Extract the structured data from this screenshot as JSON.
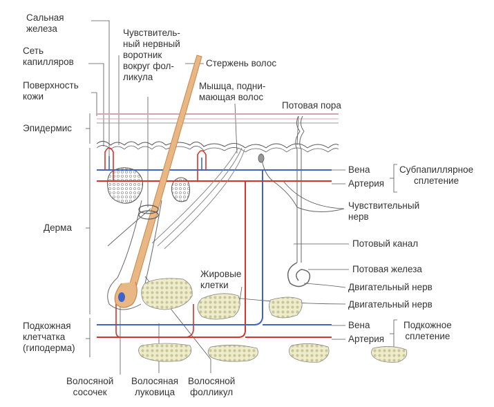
{
  "labels": {
    "sebaceous_gland": [
      "Сальная",
      "железа"
    ],
    "capillary_network": [
      "Сеть",
      "капилляров"
    ],
    "skin_surface": [
      "Поверхность",
      "кожи"
    ],
    "epidermis": "Эпидермис",
    "dermis": "Дерма",
    "hypodermis": [
      "Подкожная",
      "клетчатка",
      "(гиподерма)"
    ],
    "sensory_collar": [
      "Чувствитель-",
      "ный нервный",
      "воротник",
      "вокруг фол-",
      "ликула"
    ],
    "hair_shaft": "Стержень волос",
    "arrector_muscle": [
      "Мышца, подни-",
      "мающая волос"
    ],
    "sweat_pore": "Потовая пора",
    "vein_upper": "Вена",
    "artery_upper": "Артерия",
    "subpapillary_plexus": [
      "Субпапиллярное",
      "сплетение"
    ],
    "sensory_nerve": [
      "Чувствительный",
      "нерв"
    ],
    "sweat_duct": "Потовый канал",
    "sweat_gland": "Потовая железа",
    "motor_nerve_1": "Двигательный нерв",
    "motor_nerve_2": "Двигательный нерв",
    "vein_lower": "Вена",
    "artery_lower": "Артерия",
    "subcutaneous_plexus": [
      "Подкожное",
      "сплетение"
    ],
    "fat_cells": [
      "Жировые",
      "клетки"
    ],
    "hair_papilla": [
      "Волосяной",
      "сосочек"
    ],
    "hair_bulb": [
      "Волосяная",
      "луковица"
    ],
    "hair_follicle": [
      "Волосяной",
      "фолликул"
    ]
  },
  "colors": {
    "vein": "#3f63c9",
    "artery": "#d8322a",
    "hair": "#c8854a",
    "hair_light": "#e9b784",
    "fat_fill": "#eeeccb",
    "fat_dot": "#c9c79a",
    "line": "#555555",
    "surface": "#d7a3b2"
  }
}
